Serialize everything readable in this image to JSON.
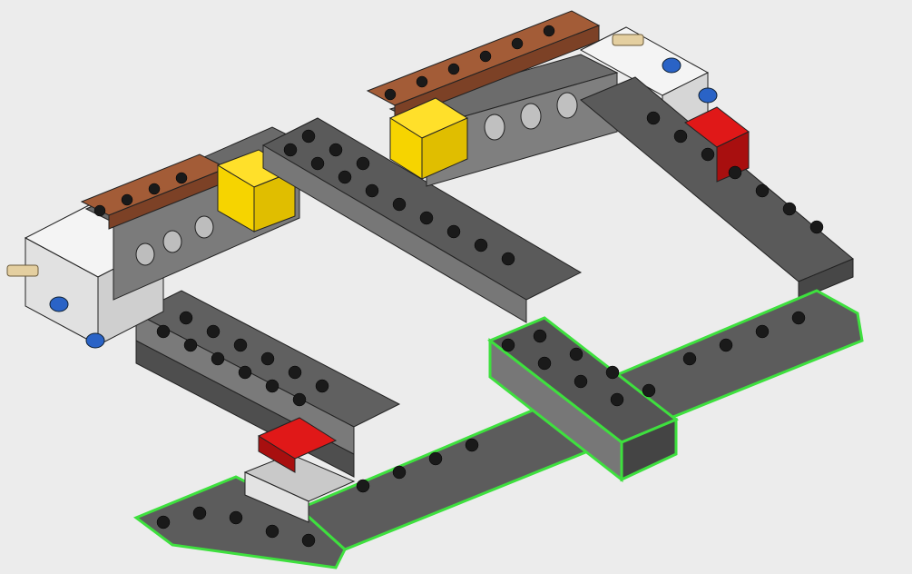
{
  "scene": {
    "background_color": "#ececec",
    "highlight_color": "#3ee03e",
    "palette": {
      "dark_gray": "#6b6b6b",
      "dark_gray_top": "#585858",
      "light_gray": "#a9a9a9",
      "white": "#f4f4f4",
      "brown": "#9a5532",
      "yellow": "#f6d400",
      "red": "#d01414",
      "blue": "#2a63c6",
      "tan": "#e4cfa0",
      "stud_black": "#1a1a1a"
    },
    "parts": [
      "dark-gray-plate-front-left",
      "dark-gray-plate-front-right",
      "dark-gray-wedge-plate",
      "dark-gray-brick-center",
      "dark-gray-plate-left-arm",
      "dark-gray-plate-center-arm",
      "dark-gray-plate-right-arm",
      "technic-bricks-left",
      "technic-bricks-right",
      "brown-plates",
      "yellow-bricks",
      "red-bricks",
      "white-technic-bricks",
      "light-gray-brick",
      "blue-pins",
      "tan-axles"
    ]
  }
}
